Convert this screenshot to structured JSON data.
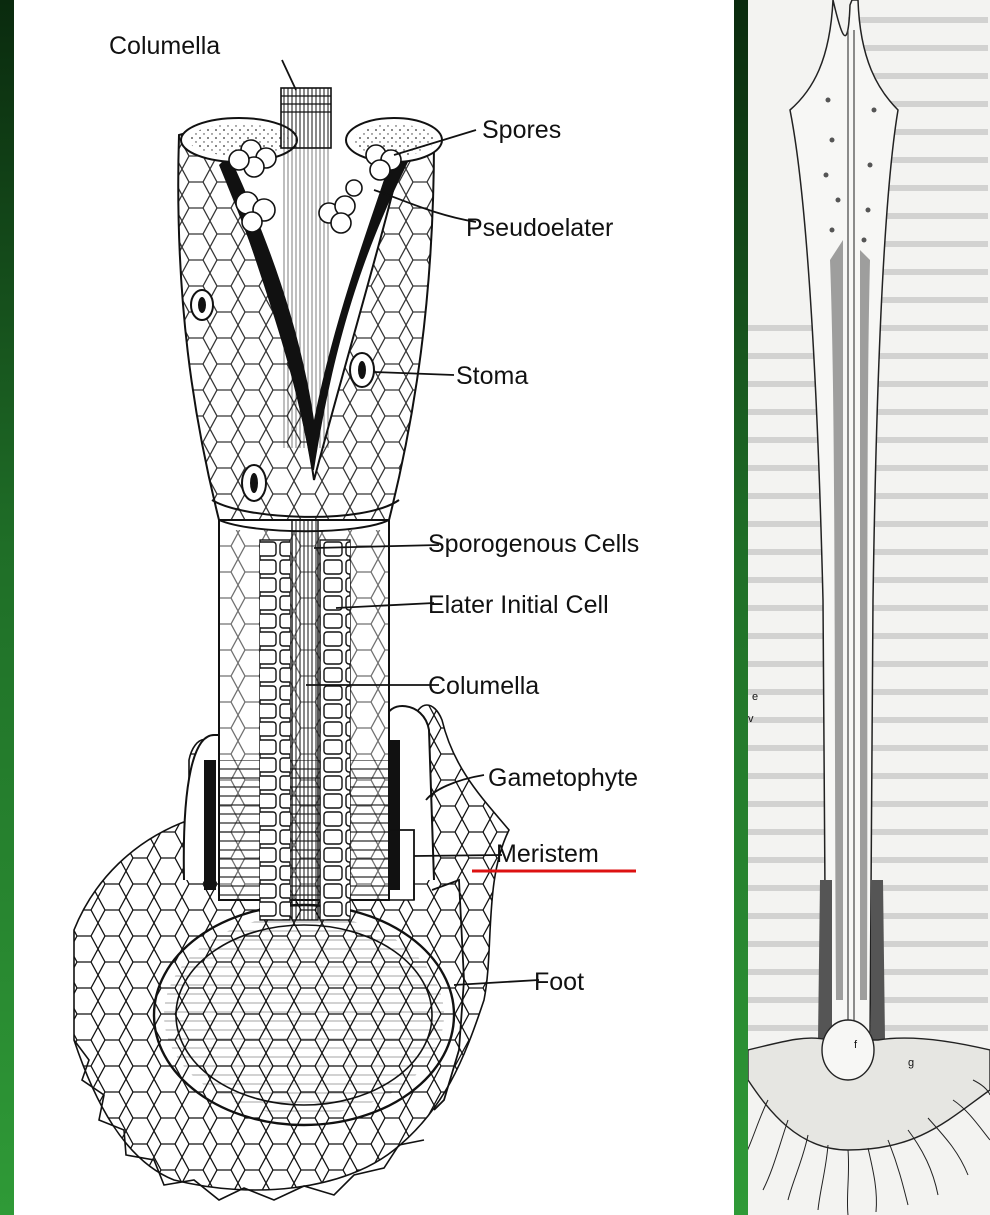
{
  "labels": {
    "columella_top": "Columella",
    "spores": "Spores",
    "pseudoelater": "Pseudoelater",
    "stoma": "Stoma",
    "sporogenous_cells": "Sporogenous Cells",
    "elater_initial_cell": "Elater Initial Cell",
    "columella_mid": "Columella",
    "gametophyte": "Gametophyte",
    "meristem": "Meristem",
    "foot": "Foot"
  },
  "right_labels": {
    "e": "e",
    "v": "v",
    "f": "f",
    "g": "g"
  },
  "colors": {
    "highlight_underline": "#dd1111",
    "frame_green": "#2f9a37"
  }
}
